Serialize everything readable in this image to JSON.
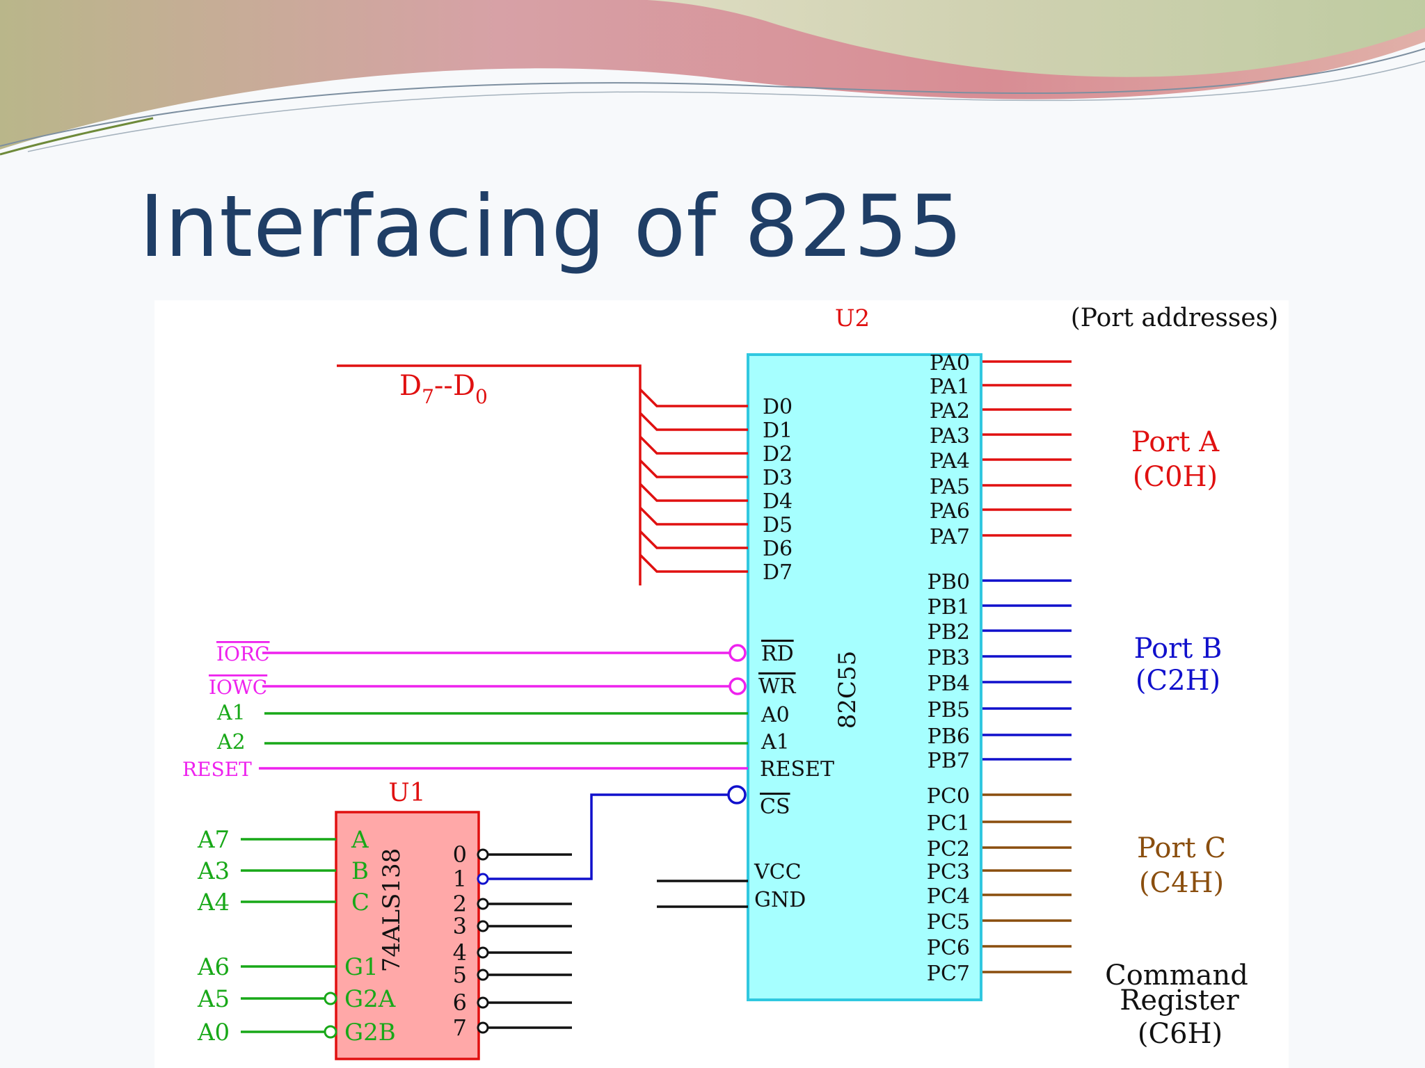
{
  "slide": {
    "title": "Interfacing of 8255"
  },
  "colors": {
    "data_bus": "#e01010",
    "control_magenta": "#ee22ee",
    "address_green": "#18a818",
    "chip_select_blue": "#1010cc",
    "port_a": "#e01010",
    "port_b": "#1010cc",
    "port_c": "#8a4e0e",
    "u2_fill": "#a6ffff",
    "u2_border": "#30c8e0",
    "u1_fill": "#ffa8a8",
    "u1_border": "#e01010",
    "title": "#1f3e66"
  },
  "u2": {
    "ref": "U2",
    "part": "82C55",
    "data_pins": [
      "D0",
      "D1",
      "D2",
      "D3",
      "D4",
      "D5",
      "D6",
      "D7"
    ],
    "control_pins": {
      "rd": "RD",
      "wr": "WR",
      "a0": "A0",
      "a1": "A1",
      "reset": "RESET",
      "cs": "CS"
    },
    "power_pins": {
      "vcc": "VCC",
      "gnd": "GND"
    },
    "port_a_pins": [
      "PA0",
      "PA1",
      "PA2",
      "PA3",
      "PA4",
      "PA5",
      "PA6",
      "PA7"
    ],
    "port_b_pins": [
      "PB0",
      "PB1",
      "PB2",
      "PB3",
      "PB4",
      "PB5",
      "PB6",
      "PB7"
    ],
    "port_c_pins": [
      "PC0",
      "PC1",
      "PC2",
      "PC3",
      "PC4",
      "PC5",
      "PC6",
      "PC7"
    ]
  },
  "u1": {
    "ref": "U1",
    "part": "74ALS138",
    "inputs": [
      "A",
      "B",
      "C",
      "G1",
      "G2A",
      "G2B"
    ],
    "outputs": [
      "0",
      "1",
      "2",
      "3",
      "4",
      "5",
      "6",
      "7"
    ]
  },
  "signals": {
    "data_bus": {
      "main": "D",
      "sub_hi": "7",
      "sep": "--",
      "sub_lo": "0"
    },
    "iorc": "IORC",
    "iowc": "IOWC",
    "a1": "A1",
    "a2": "A2",
    "reset": "RESET",
    "decoder_inputs": [
      "A7",
      "A3",
      "A4",
      "A6",
      "A5",
      "A0"
    ]
  },
  "ports": {
    "heading": "(Port addresses)",
    "port_a": {
      "name": "Port A",
      "address": "(C0H)"
    },
    "port_b": {
      "name": "Port B",
      "address": "(C2H)"
    },
    "port_c": {
      "name": "Port C",
      "address": "(C4H)"
    },
    "command": {
      "line1": "Command",
      "line2": "Register",
      "address": "(C6H)"
    }
  }
}
